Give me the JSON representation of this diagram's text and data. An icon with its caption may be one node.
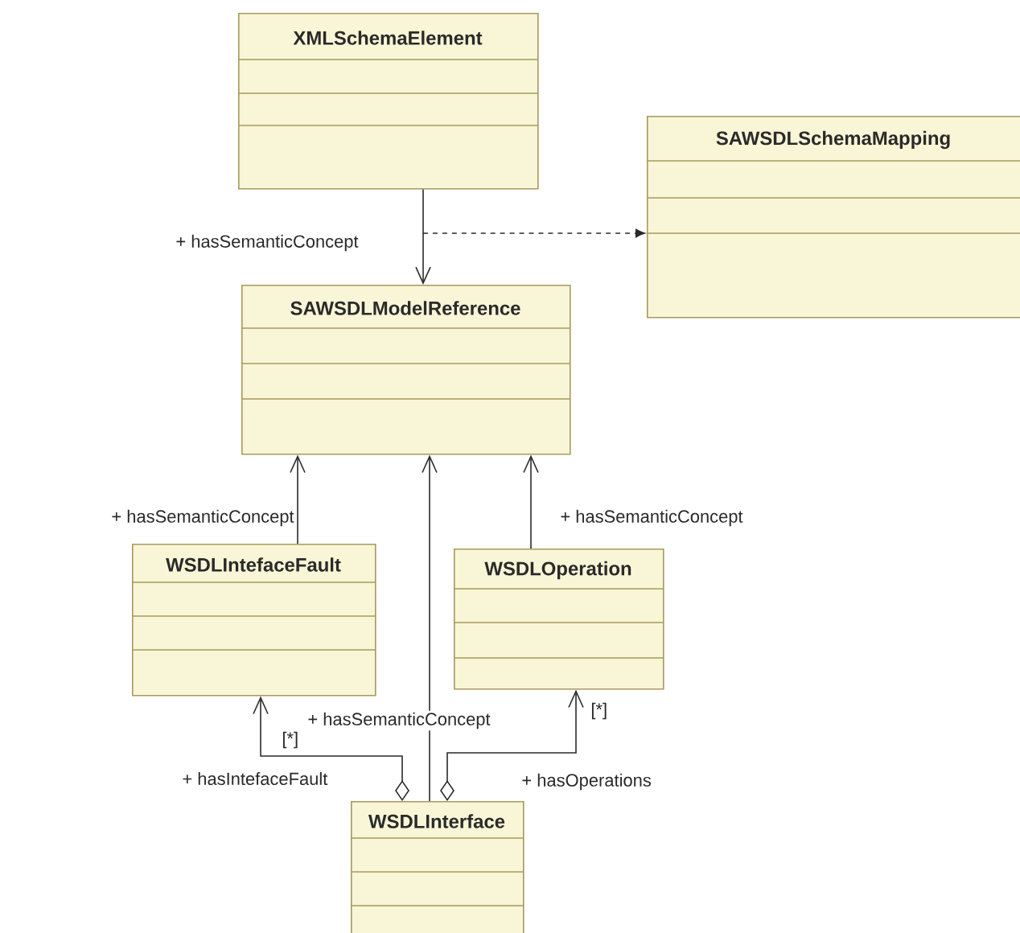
{
  "diagram": {
    "nodes": [
      {
        "text": [
          "XMLSchemaElement"
        ]
      },
      {
        "text": [
          "SAWSDLSchemaMapping"
        ]
      },
      {
        "text": [
          "SAWSDLModelReference"
        ]
      },
      {
        "text": [
          "WSDLIntefaceFault"
        ]
      },
      {
        "text": [
          "WSDLOperation"
        ]
      },
      {
        "text": [
          "WSDLInterface"
        ]
      }
    ],
    "edges": [
      {
        "from": 0,
        "to": 2,
        "arrow": "to",
        "label": "+ hasSemanticConcept"
      },
      {
        "from": null,
        "to": 1,
        "arrow": "to",
        "style": "dashed"
      },
      {
        "from": 3,
        "to": 2,
        "arrow": "to",
        "label": "+ hasSemanticConcept"
      },
      {
        "from": 5,
        "to": 2,
        "arrow": "to",
        "label": "+ hasSemanticConcept"
      },
      {
        "from": 4,
        "to": 2,
        "arrow": "to",
        "label": "+ hasSemanticConcept"
      },
      {
        "from": 5,
        "to": 3,
        "arrow": "to",
        "label": "+ hasIntefaceFault"
      },
      {
        "from": 5,
        "to": 4,
        "arrow": "to",
        "label": "+ hasOperations"
      }
    ],
    "labels": [
      "[*]",
      "[*]"
    ]
  }
}
